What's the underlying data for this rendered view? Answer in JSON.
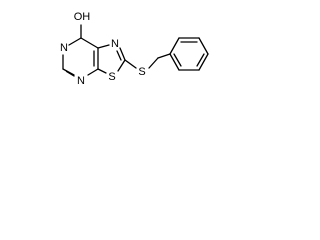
{
  "molecule": {
    "atoms": {
      "hydroxyl": "OH",
      "n_pyrimidine_top": "N",
      "n_pyrimidine_bottom": "N",
      "n_thiazole": "N",
      "s_thiazole": "S",
      "s_thioether": "S"
    },
    "colors": {
      "bond": "#000000",
      "label": "#000000",
      "background": "#ffffff"
    }
  }
}
